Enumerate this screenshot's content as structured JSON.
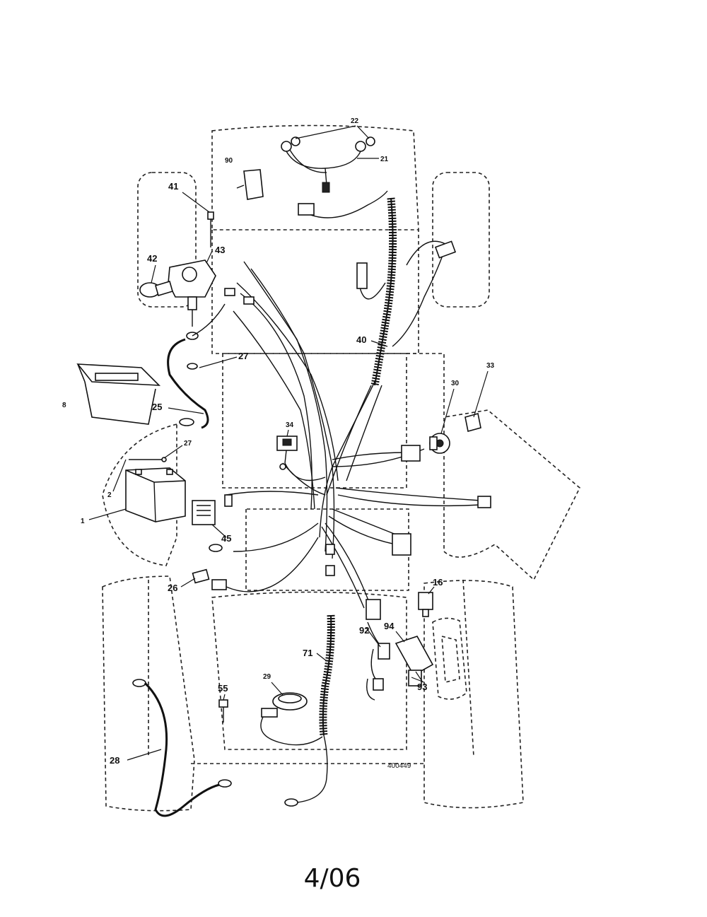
{
  "callouts": {
    "c22": "22",
    "c21": "21",
    "c90": "90",
    "c41": "41",
    "c43": "43",
    "c42": "42",
    "c40": "40",
    "c27a": "27",
    "c8": "8",
    "c25": "25",
    "c27b": "27",
    "c2": "2",
    "c1": "1",
    "c34": "34",
    "c33": "33",
    "c30": "30",
    "c45": "45",
    "c26": "26",
    "c16": "16",
    "c92": "92",
    "c94": "94",
    "c71": "71",
    "c29": "29",
    "c55": "55",
    "c93": "93",
    "c28": "28"
  },
  "drawing_number": "400449",
  "page_number": "4/06"
}
